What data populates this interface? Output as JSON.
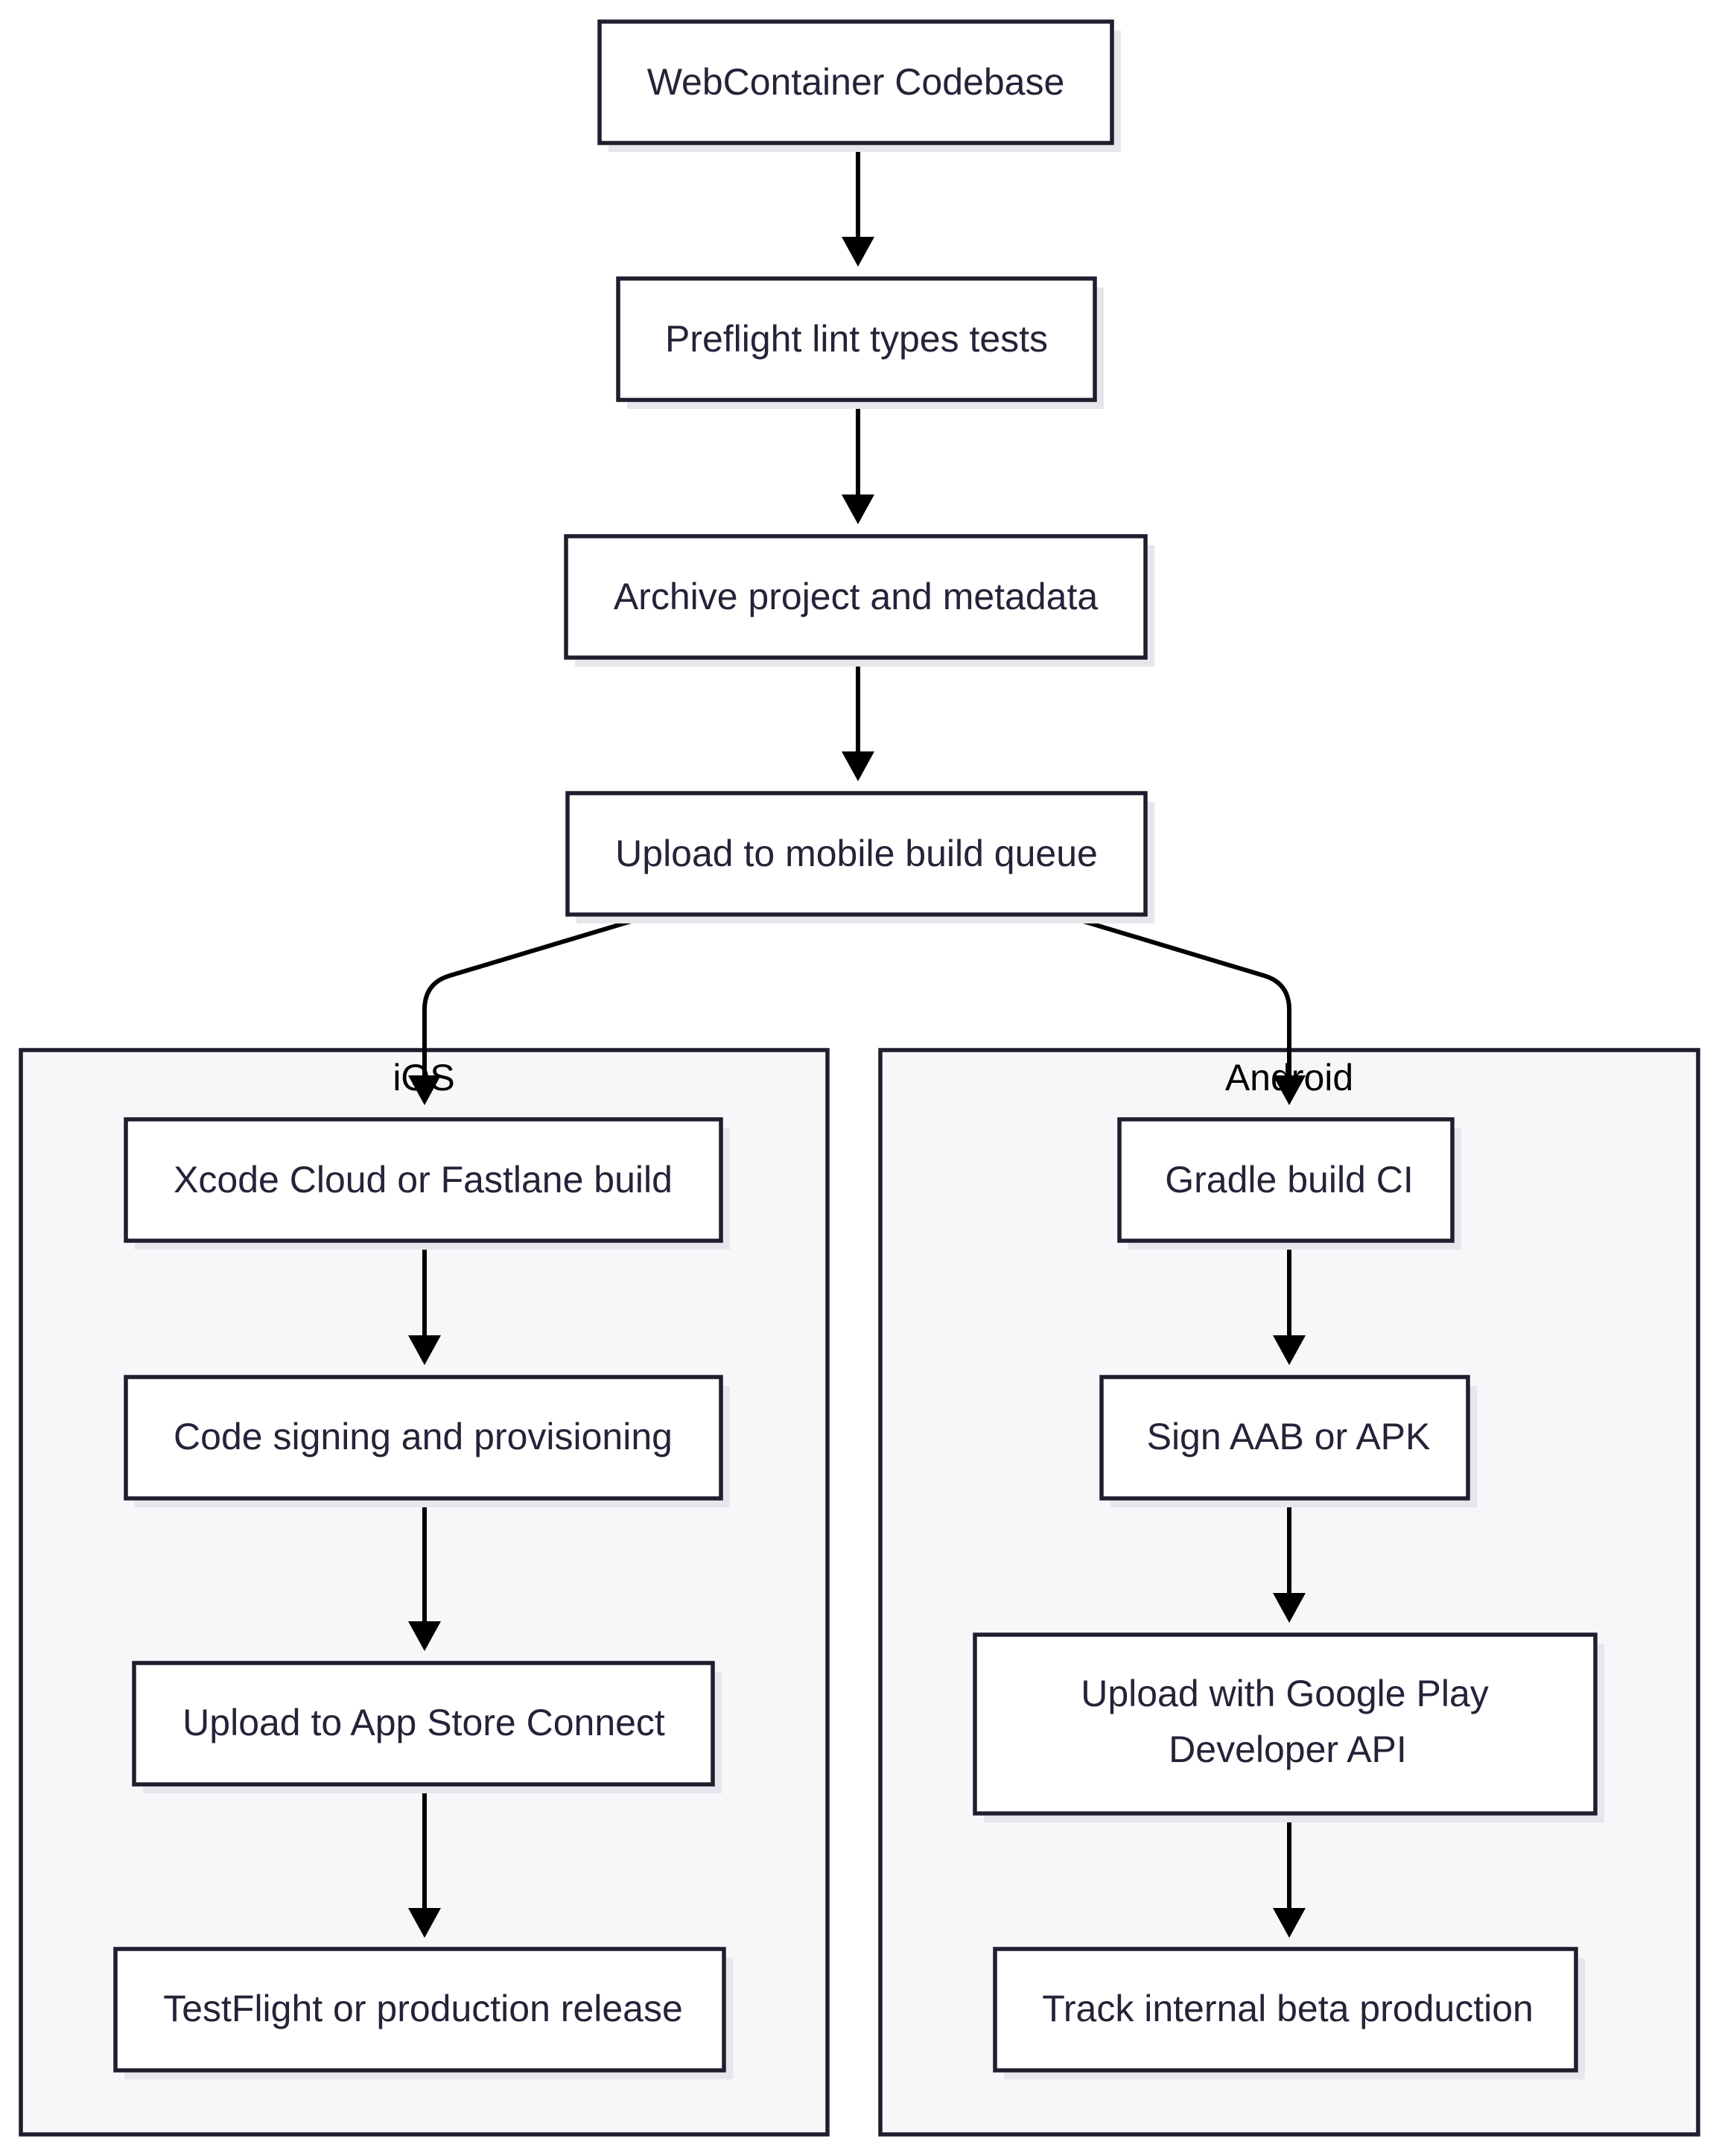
{
  "colors": {
    "node_fill": "#ffffff",
    "node_stroke": "#1f1d2e",
    "node_text": "#252338",
    "cluster_fill": "#f7f7fa",
    "edge": "#000000"
  },
  "nodes": {
    "codebase": "WebContainer Codebase",
    "preflight": "Preflight lint types tests",
    "archive": "Archive project and metadata",
    "upload_queue": "Upload to mobile build queue",
    "ios_build": "Xcode Cloud or Fastlane build",
    "ios_signing": "Code signing and provisioning",
    "ios_upload": "Upload to App Store Connect",
    "ios_release": "TestFlight or production release",
    "android_build": "Gradle build CI",
    "android_sign": "Sign AAB or APK",
    "android_upload_line1": "Upload with Google Play",
    "android_upload_line2": "Developer API",
    "android_track": "Track internal beta production"
  },
  "clusters": {
    "ios": "iOS",
    "android": "Android"
  },
  "edges": [
    {
      "from": "codebase",
      "to": "preflight"
    },
    {
      "from": "preflight",
      "to": "archive"
    },
    {
      "from": "archive",
      "to": "upload_queue"
    },
    {
      "from": "upload_queue",
      "to": "ios_build"
    },
    {
      "from": "upload_queue",
      "to": "android_build"
    },
    {
      "from": "ios_build",
      "to": "ios_signing"
    },
    {
      "from": "ios_signing",
      "to": "ios_upload"
    },
    {
      "from": "ios_upload",
      "to": "ios_release"
    },
    {
      "from": "android_build",
      "to": "android_sign"
    },
    {
      "from": "android_sign",
      "to": "android_upload"
    },
    {
      "from": "android_upload",
      "to": "android_track"
    }
  ]
}
